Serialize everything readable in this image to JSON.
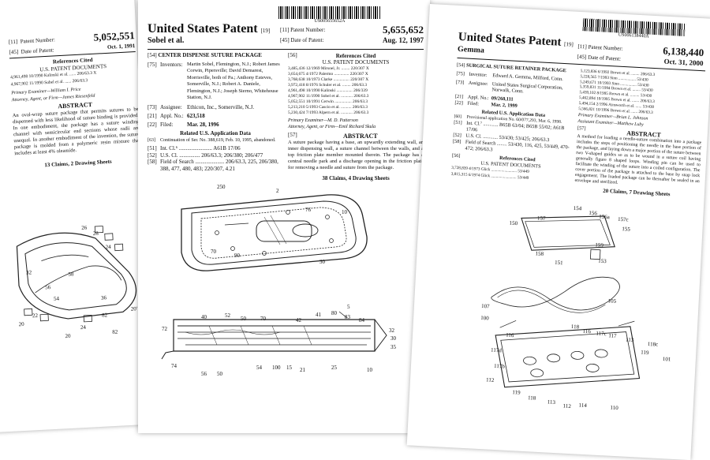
{
  "left": {
    "patent_number_label": "Patent Number:",
    "patent_number": "5,052,551",
    "date_label": "Date of Patent:",
    "date": "Oct. 1, 1991",
    "refs_head": "References Cited",
    "refs_sub": "U.S. PATENT DOCUMENTS",
    "refs": [
      "4,961,498 10/1990 Kalinski et al. ...... 206/63.3 X",
      "4,967,902 11/1990 Sobel et al. ...... 206/63.3"
    ],
    "examiner": "Primary Examiner—William I. Price",
    "attorney": "Attorney, Agent, or Firm—James Riesenfeld",
    "abstract_head": "ABSTRACT",
    "abstract": "An oval-wrap suture package that permits sutures to be dispensed with less likelihood of suture binding is provided. In one embodiment, the package has a suture winding channel with semicircular end sections whose radii are unequal. In another embodiment of the invention, the suture package is molded from a polymeric resin mixture that includes at least 4% oleamide.",
    "claims": "13 Claims, 2 Drawing Sheets",
    "fig_labels": [
      "26",
      "28",
      "24",
      "32",
      "56",
      "58",
      "54",
      "22",
      "20",
      "36",
      "82",
      "24",
      "20",
      "82",
      "20'"
    ]
  },
  "mid": {
    "barcode_num": "US005655652A",
    "title": "United States Patent",
    "title_code": "[19]",
    "inventor_line": "Sobel et al.",
    "patent_number_label": "Patent Number:",
    "patent_number": "5,655,652",
    "date_label": "Date of Patent:",
    "date": "Aug. 12, 1997",
    "f54": "CENTER DISPENSE SUTURE PACKAGE",
    "f75_label": "Inventors:",
    "f75": "Martin Sobel, Flemington, N.J.; Robert James Corwin, Pipersville; David Demarest, Morrisville, both of Pa.; Anthony Esteves, Somerville, N.J.; Robert A. Daniele, Flemington, N.J.; Joseph Sierno, Whitehouse Station, N.J.",
    "f73_label": "Assignee:",
    "f73": "Ethicon, Inc., Somerville, N.J.",
    "f21_label": "Appl. No.:",
    "f21": "623,518",
    "f22_label": "Filed:",
    "f22": "Mar. 28, 1996",
    "related_head": "Related U.S. Application Data",
    "f63": "Continuation of Ser. No. 388,619, Feb. 10, 1995, abandoned.",
    "f51": "Int. Cl.⁶ ........................ A61B 17/06",
    "f52": "U.S. Cl. ............... 206/63.3; 206/380; 206/477",
    "f58": "Field of Search ..................... 206/63.3, 225, 206/380, 388, 477, 480, 483; 220/307, 4.21",
    "refs_head": "References Cited",
    "refs_sub": "U.S. PATENT DOCUMENTS",
    "refs": [
      "3,485,436 12/1969 Mirsoel, Jr. ........ 220/307 X",
      "3,654,675 4/1972 Palermo .............. 220/307 X",
      "3,768,638 10/1973 Clarke ............... 220/307 X",
      "3,972,418 8/1976 Schuler et al. ........ 206/63.3",
      "4,961,498 10/1990 Kalinski ............... 206/339",
      "4,967,902 11/1990 Sobel et al. ........... 206/63.3",
      "5,052,551 10/1991 Cerwin ................ 206/63.3",
      "5,213,210 5/1993 Cascio et al. .......... 206/63.3",
      "5,230,424 7/1993 Alpern et al. ........... 206/63.3"
    ],
    "examiner": "Primary Examiner—M. D. Patterson",
    "attorney": "Attorney, Agent, or Firm—Emil Richard Skula",
    "abstract_head": "ABSTRACT",
    "abstract": "A suture package having a base, an upwardly extending wall, an inner dispensing wall, a suture channel between the walls, and a top friction plate member mounted therein. The package has a central needle park and a discharge opening in the friction plate for removing a needle and suture from the package.",
    "claims": "38 Claims, 4 Drawing Sheets",
    "fig1_labels": [
      "250",
      "2",
      "76",
      "10",
      "70",
      "90",
      "30"
    ],
    "fig2_labels": [
      "5",
      "40",
      "52",
      "50",
      "70",
      "42",
      "41",
      "80",
      "83",
      "84",
      "72",
      "32",
      "30",
      "35",
      "74",
      "56",
      "50",
      "54",
      "100",
      "15",
      "21",
      "25",
      "10"
    ]
  },
  "right": {
    "barcode_num": "US006138440A",
    "title": "United States Patent",
    "title_code": "[19]",
    "inventor_line": "Gemma",
    "patent_number_label": "Patent Number:",
    "patent_number": "6,138,440",
    "date_label": "Date of Patent:",
    "date": "Oct. 31, 2000",
    "f54": "SURGICAL SUTURE RETAINER PACKAGE",
    "f75_label": "Inventor:",
    "f75": "Edward A. Gemma, Milford, Conn.",
    "f73_label": "Assignee:",
    "f73": "United States Surgical Corporation, Norwalk, Conn.",
    "f21_label": "Appl. No.:",
    "f21": "09/260,111",
    "f22_label": "Filed:",
    "f22": "Mar. 2, 1999",
    "related_head": "Related U.S. Application Data",
    "f60": "Provisional application No. 60/077,293, Mar. 6, 1998.",
    "f51": "Int. Cl.⁷ ............ B65B 63/04; B65B 55/02; A61B 17/06",
    "f52": "U.S. Cl. ............ 53/430; 53/425; 206/63.3",
    "f58": "Field of Search ........ 53/430, 116, 425, 53/449, 470-472; 206/63.3",
    "refs_head": "References Cited",
    "refs_sub": "U.S. PATENT DOCUMENTS",
    "refs": [
      "3,728,839 4/1973 Glick ......................... 53/449",
      "3,815,315 6/1974 Glick ......................... 53/449"
    ],
    "refs2": [
      "5,123,836 6/1992 Brown et al. ........ 206/63.3",
      "5,228,565 7/1993 Sinn ................. 53/430",
      "5,249,671 10/1993 Sinn ................ 53/430",
      "5,359,831 11/1994 Brown et al. ........ 53/430",
      "5,439,102 8/1995 Brown et al. ......... 53/430",
      "5,462,894 10/1995 Brown et al. ....... 206/63.3",
      "5,494,154 2/1996 Ainsworth et al. ...... 53/430",
      "5,566,821 10/1996 Brown et al. ...... 206/63.3"
    ],
    "examiner": "Primary Examiner—Brian L. Johnson",
    "examiner2": "Assistant Examiner—Matthew Luby",
    "abstract_head": "ABSTRACT",
    "abstract": "A method for loading a needle-suture combination into a package includes the steps of positioning the needle in the base portion of the package, and laying down a major portion of the suture between two V-shaped guides so as to be wound in a suture coil having generally figure 8 shaped loops. Winding pin can be used to facilitate the winding of the suture into a coiled configuration. The cover portion of the package is attached to the base by snap lock engagement. The loaded package can be thereafter be sealed in an envelope and sterilized.",
    "claims": "20 Claims, 7 Drawing Sheets",
    "fig_labels": [
      "154",
      "156",
      "156a",
      "157c",
      "155",
      "150",
      "157",
      "158",
      "151",
      "153",
      "159",
      "107",
      "100",
      "105",
      "118",
      "116",
      "117c",
      "117",
      "113",
      "118c",
      "119",
      "101",
      "117d",
      "117b",
      "116",
      "112",
      "119",
      "118",
      "113",
      "112",
      "114",
      "110"
    ]
  }
}
